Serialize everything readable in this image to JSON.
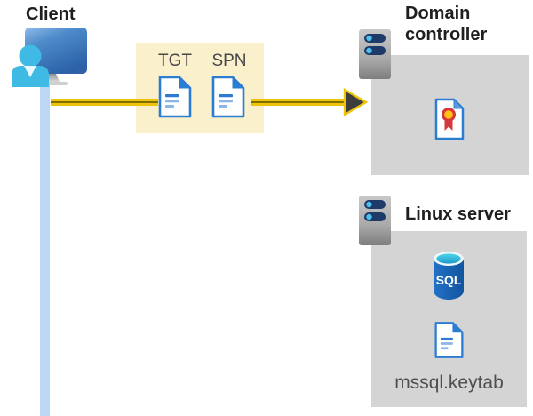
{
  "client": {
    "label": "Client"
  },
  "ticket_box": {
    "tgt_label": "TGT",
    "spn_label": "SPN"
  },
  "domain_controller": {
    "label": "Domain controller"
  },
  "linux_server": {
    "label": "Linux server",
    "sql_icon_label": "SQL",
    "keytab_label": "mssql.keytab"
  },
  "colors": {
    "arrow_yellow": "#F0C30B",
    "arrow_dark_stripe": "#7D6F00",
    "arrowhead_gray": "#3D3D3D",
    "ticket_box_yellow": "#FAF1CC",
    "server_box_gray": "#D4D4D4",
    "network_line_blue": "#BDD8F4",
    "document_blue": "#2B7CD3",
    "document_line_light_blue": "#8AB6E8",
    "person_cyan": "#3FBAE4",
    "monitor_blue_dark": "#2D62A8",
    "server_slot_navy": "#1E3A68",
    "server_led_cyan": "#4CC1E9",
    "sql_body_blue": "#1767BE",
    "sql_top_cyan": "#31B8DC",
    "certificate_red": "#D6373C",
    "certificate_gold": "#FFC20E",
    "label_dark": "#1F1F1F",
    "label_gray": "#4F4F4F"
  }
}
